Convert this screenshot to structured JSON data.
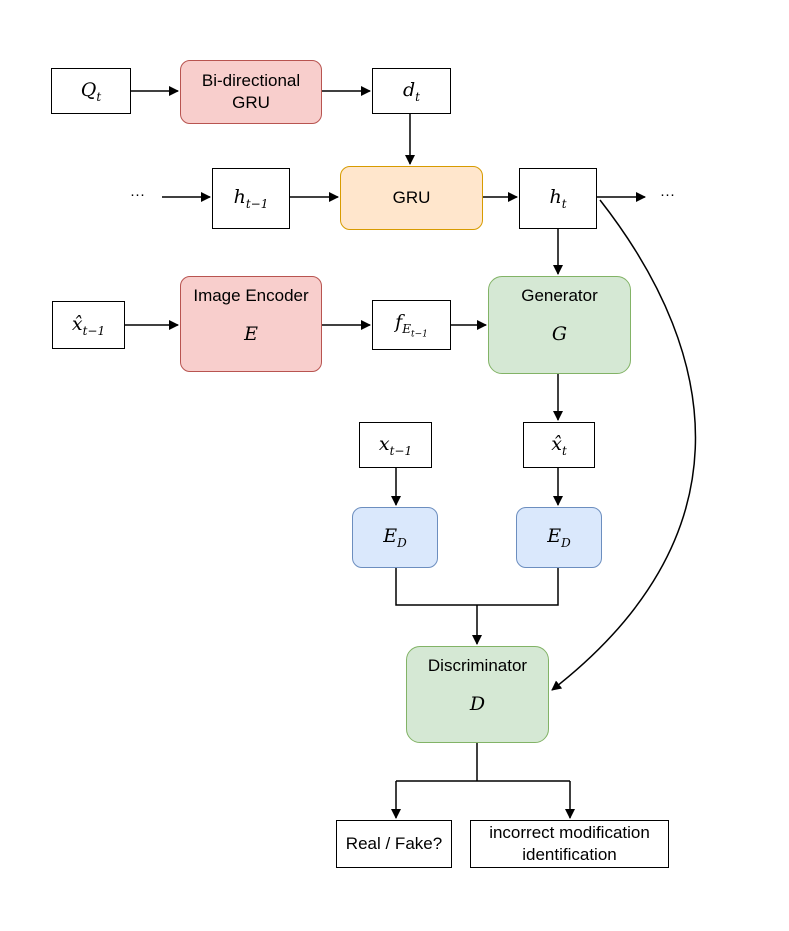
{
  "nodes": {
    "q_t": {
      "base": "Q",
      "sub": "t"
    },
    "bigru": {
      "label": "Bi-directional GRU"
    },
    "d_t": {
      "base": "d",
      "sub": "t"
    },
    "h_prev": {
      "base": "h",
      "sub": "t−1"
    },
    "gru": {
      "label": "GRU"
    },
    "h_t": {
      "base": "h",
      "sub": "t"
    },
    "xhat_prev": {
      "base": "x̂",
      "sub": "t−1"
    },
    "image_encoder": {
      "label": "Image Encoder",
      "symbol": "E"
    },
    "f_e": {
      "base": "f",
      "sub": "E",
      "subsub": "t−1"
    },
    "generator": {
      "label": "Generator",
      "symbol": "G"
    },
    "x_prev": {
      "base": "x",
      "sub": "t−1"
    },
    "xhat_t": {
      "base": "x̂",
      "sub": "t"
    },
    "ed_left": {
      "base": "E",
      "sub": "D"
    },
    "ed_right": {
      "base": "E",
      "sub": "D"
    },
    "discriminator": {
      "label": "Discriminator",
      "symbol": "D"
    },
    "real_fake": {
      "label": "Real / Fake?"
    },
    "incorrect": {
      "line1": "incorrect modification",
      "line2": "identification"
    }
  },
  "ellipsis": {
    "left": "···",
    "right": "···"
  },
  "colors": {
    "red_fill": "#f8cecc",
    "red_stroke": "#b85450",
    "orange_fill": "#ffe6cc",
    "orange_stroke": "#d79b00",
    "green_fill": "#d5e8d4",
    "green_stroke": "#82b366",
    "blue_fill": "#dae8fc",
    "blue_stroke": "#6c8ebf"
  }
}
